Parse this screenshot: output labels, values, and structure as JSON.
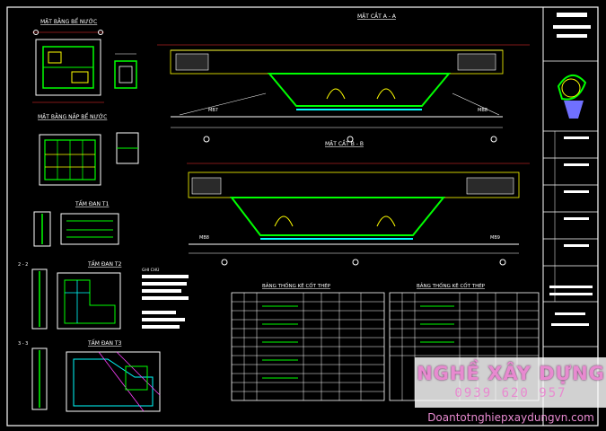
{
  "drawing": {
    "labels": {
      "plan_tank": "MẶT BẰNG BỂ NƯỚC",
      "plan_cover": "MẶT BẰNG NẮP BỂ NƯỚC",
      "section_aa": "MẶT CẮT A - A",
      "section_bb": "MẶT CẮT B - B",
      "slab_t1": "TẤM ĐAN T1",
      "slab_t2": "TẤM ĐAN T2",
      "slab_t3": "TẤM ĐAN T3",
      "note_title": "GHI CHÚ",
      "rebar_table_1": "BẢNG THỐNG KÊ CỐT THÉP",
      "rebar_table_2": "BẢNG THỐNG KÊ CỐT THÉP",
      "mark_1": "MB7",
      "mark_2": "MB8",
      "mark_3": "MB8",
      "mark_4": "MB9",
      "cut_22": "2 - 2",
      "cut_33": "3 - 3"
    },
    "colors": {
      "background": "#000000",
      "line_white": "#ffffff",
      "line_yellow": "#ffff00",
      "line_green": "#00ff00",
      "line_red": "#ff3030",
      "line_cyan": "#00ffff",
      "line_magenta": "#ff40ff",
      "watermark": "#e88ad0"
    }
  },
  "watermark": {
    "title": "NGHỀ XÂY DỰNG",
    "phone": "0939 620 957",
    "website": "Doantotnghiepxaydungvn.com"
  }
}
